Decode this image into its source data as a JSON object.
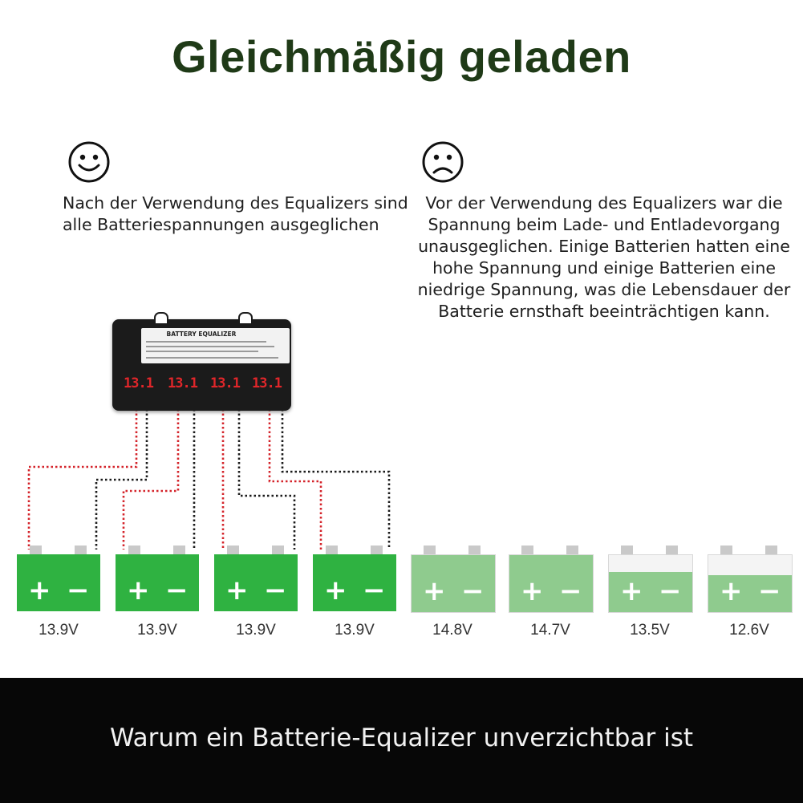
{
  "title": "Gleichmäßig geladen",
  "captions": {
    "after": "Nach der Verwendung des Equalizers sind alle Batteriespannungen ausgeglichen",
    "before": "Vor der Verwendung des Equalizers war die Spannung beim Lade- und Entladevorgang unausgeglichen. Einige Batterien hatten eine hohe Spannung und einige Batterien eine niedrige Spannung, was die Lebensdauer der Batterie ernsthaft beeinträchtigen kann."
  },
  "icons": {
    "after": "smiley-face-icon",
    "before": "sad-face-icon"
  },
  "equalizer": {
    "label_title": "BATTERY EQUALIZER",
    "displays": [
      "13.1",
      "13.1",
      "13.1",
      "13.1"
    ]
  },
  "batteries": [
    {
      "voltage": "13.9V",
      "level": 1.0
    },
    {
      "voltage": "13.9V",
      "level": 1.0
    },
    {
      "voltage": "13.9V",
      "level": 1.0
    },
    {
      "voltage": "13.9V",
      "level": 1.0
    },
    {
      "voltage": "14.8V",
      "level": 1.0
    },
    {
      "voltage": "14.7V",
      "level": 1.0
    },
    {
      "voltage": "13.5V",
      "level": 0.7
    },
    {
      "voltage": "12.6V",
      "level": 0.65
    }
  ],
  "colors": {
    "title": "#1f3a17",
    "battery_balanced": "#2fb241",
    "battery_unbalanced": "#8fcb8e",
    "display": "#e0262a",
    "wire_positive": "#d4232a",
    "wire_negative": "#1a1a1a",
    "footer_bg": "#070707"
  },
  "footer": "Warum ein Batterie-Equalizer unverzichtbar ist"
}
